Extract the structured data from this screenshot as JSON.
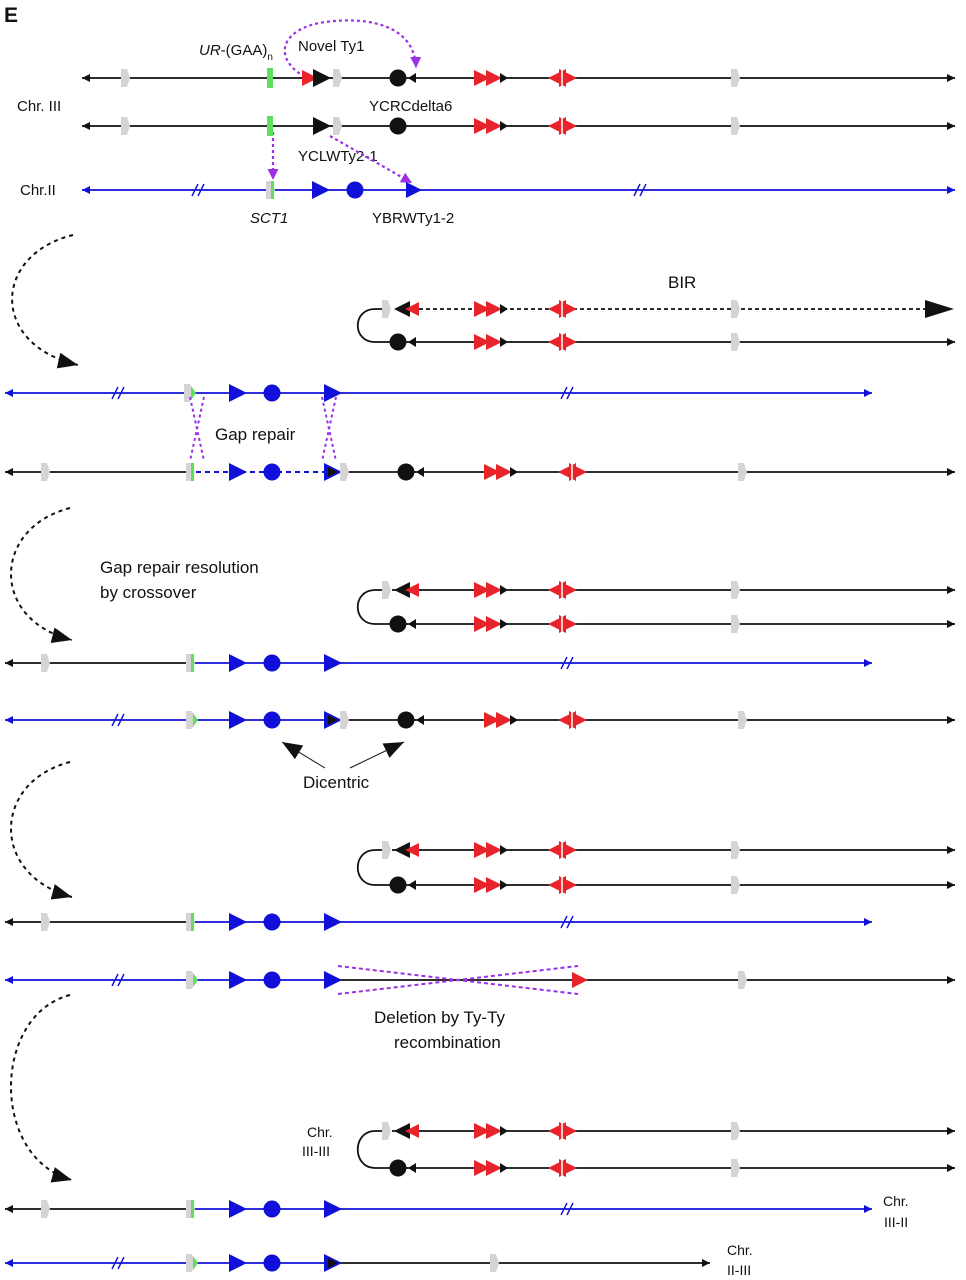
{
  "panel_letter": "E",
  "labels": {
    "ur_gaa": "UR",
    "ur_gaa_suffix": "-(GAA)",
    "ur_gaa_sub": "n",
    "novel_ty1": "Novel Ty1",
    "ycrcdelta6": "YCRCdelta6",
    "yclwty2_1": "YCLWTy2-1",
    "sct1": "SCT1",
    "ybrwty1_2": "YBRWTy1-2",
    "chr_iii": "Chr. III",
    "chr_ii": "Chr.II",
    "bir": "BIR",
    "gap_repair": "Gap repair",
    "gap_resolution_1": "Gap repair resolution",
    "gap_resolution_2": "by crossover",
    "dicentric": "Dicentric",
    "deletion_1": "Deletion by Ty-Ty",
    "deletion_2": "recombination",
    "chr_iii_iii_1": "Chr.",
    "chr_iii_iii_2": "III-III",
    "chr_iii_ii_1": "Chr.",
    "chr_iii_ii_2": "III-II",
    "chr_ii_iii_1": "Chr.",
    "chr_ii_iii_2": "II-III"
  },
  "colors": {
    "black": "#111111",
    "blue": "#1010d8",
    "red": "#e8242a",
    "purple": "#9b30e6",
    "green": "#5ee05e",
    "gray": "#d4d4d4"
  }
}
